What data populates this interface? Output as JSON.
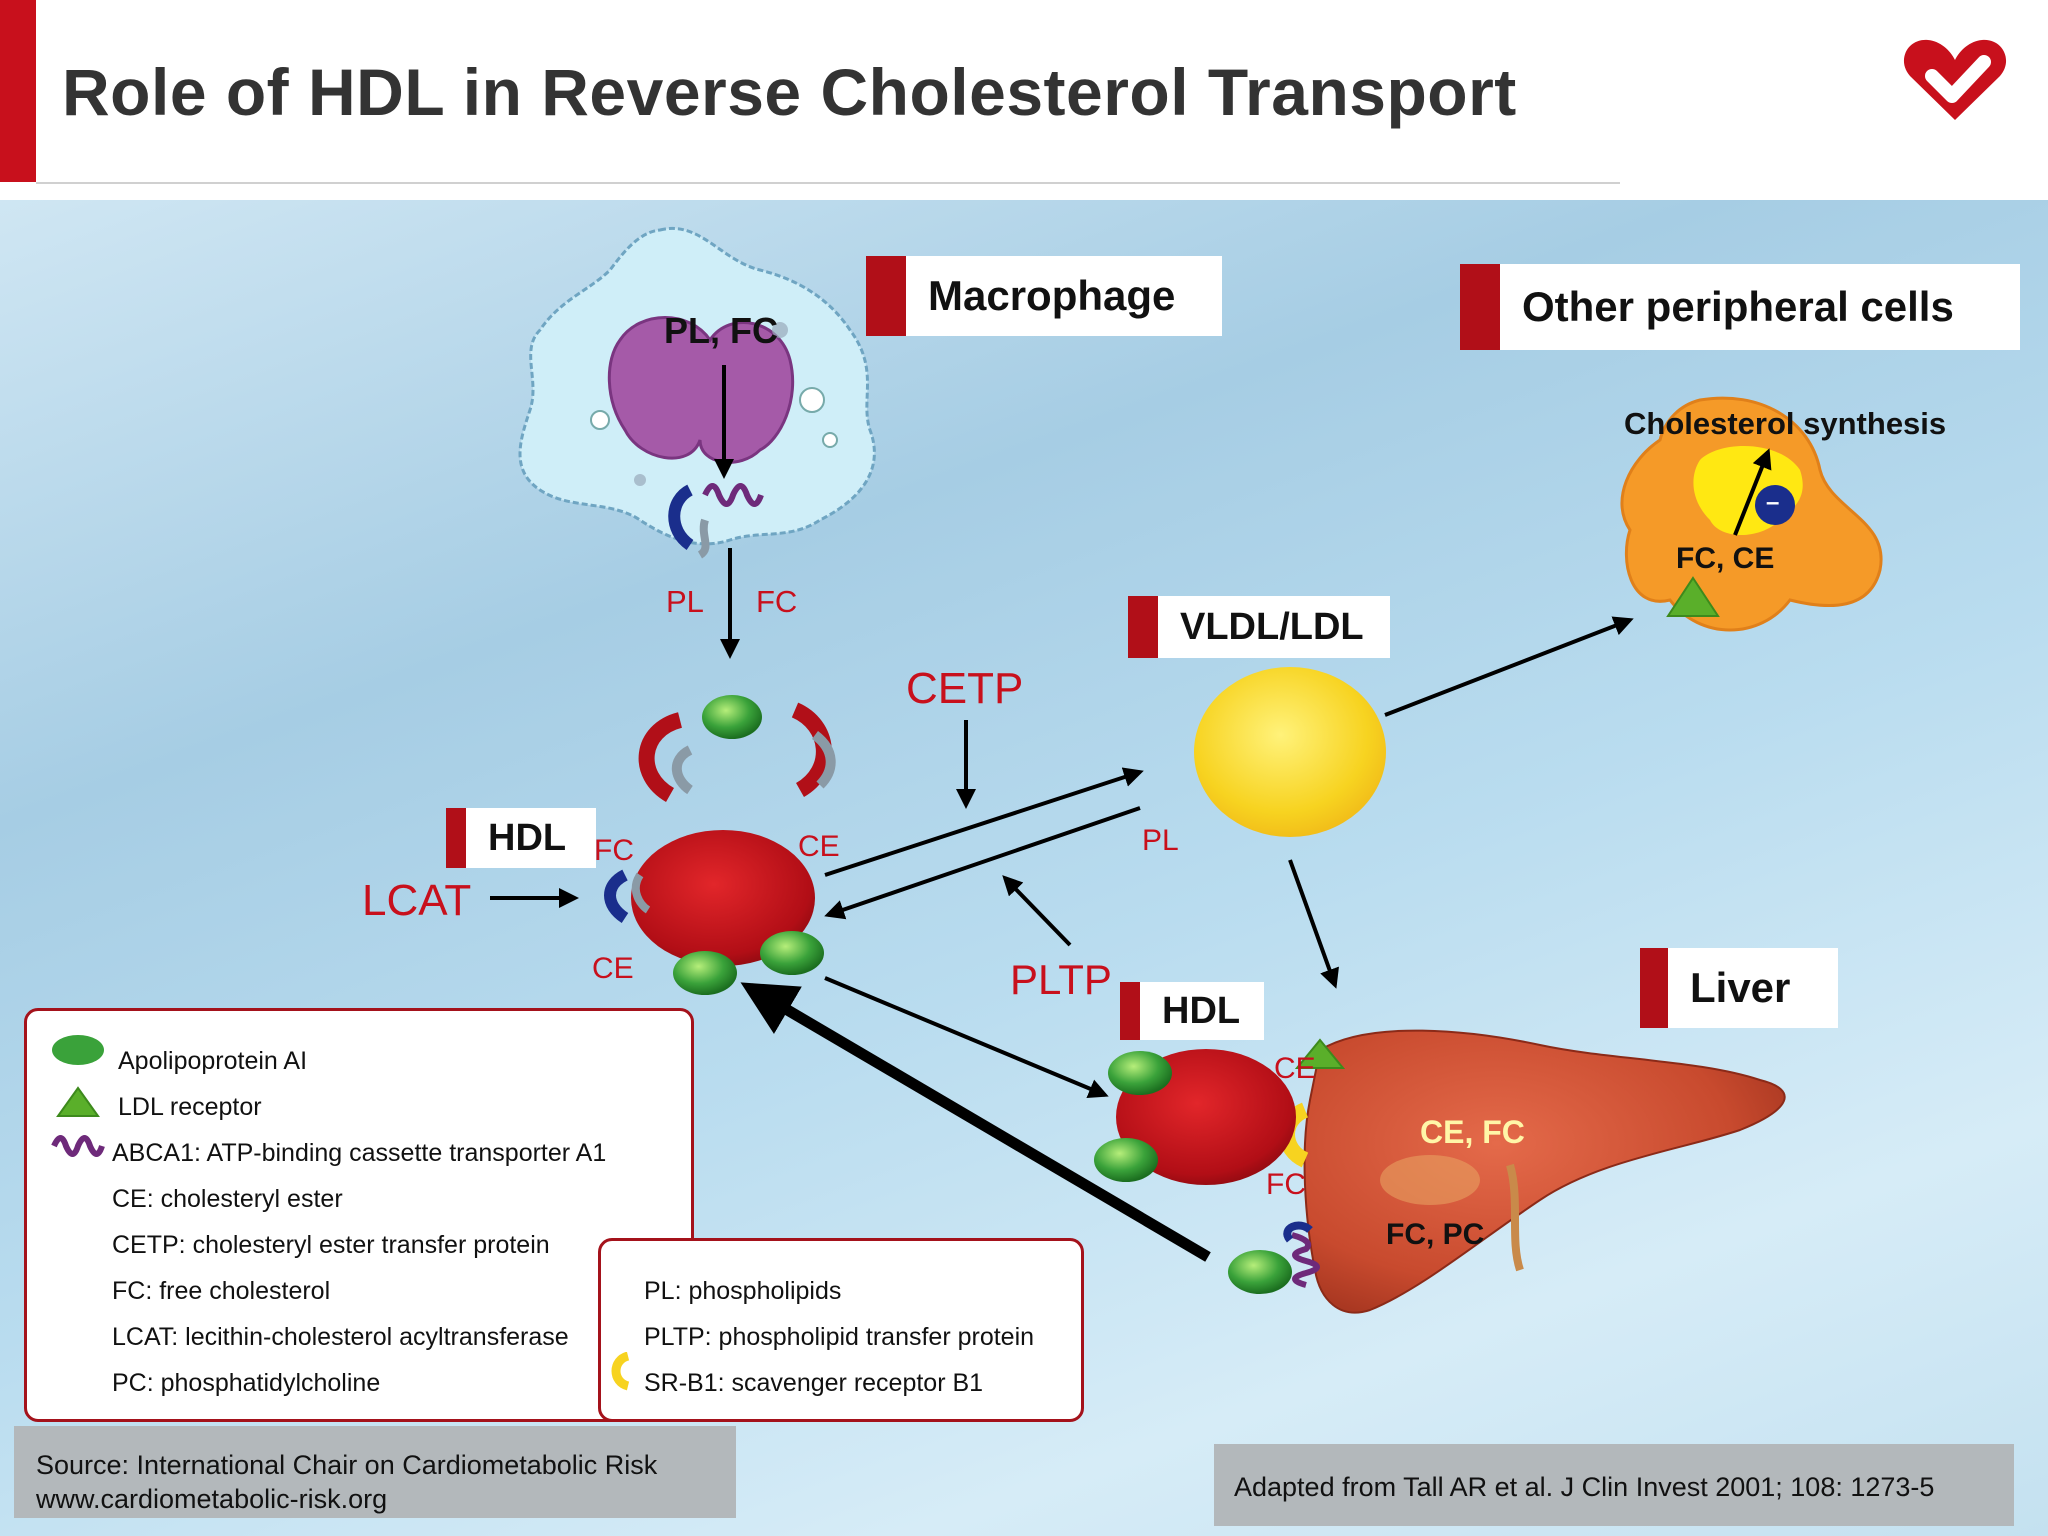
{
  "title": "Role of HDL in Reverse Cholesterol Transport",
  "labels": {
    "macrophage": "Macrophage",
    "peripheral": "Other peripheral cells",
    "vldl": "VLDL/LDL",
    "hdl_main": "HDL",
    "hdl_liver": "HDL",
    "liver": "Liver"
  },
  "diagram_text": {
    "pl_fc_top": "PL, FC",
    "pl": "PL",
    "fc": "FC",
    "cetp": "CETP",
    "lcat": "LCAT",
    "fc_hdl": "FC",
    "ce_hdl_right": "CE",
    "ce_hdl_bottom": "CE",
    "pl_vldl": "PL",
    "pltp": "PLTP",
    "ce_liver": "CE",
    "fc_liver": "FC",
    "ce_fc_liver": "CE, FC",
    "fc_pc_liver": "FC, PC",
    "chol_synth": "Cholesterol synthesis",
    "fc_ce_cell": "FC, CE",
    "minus": "–"
  },
  "legend_left": [
    {
      "icon": "apolipoprotein-icon",
      "text": "Apolipoprotein AI"
    },
    {
      "icon": "ldl-receptor-icon",
      "text": "LDL receptor"
    },
    {
      "icon": "abca1-icon",
      "text": "ABCA1: ATP-binding cassette transporter A1"
    },
    {
      "icon": "",
      "text": "CE: cholesteryl ester"
    },
    {
      "icon": "",
      "text": "CETP: cholesteryl ester transfer protein"
    },
    {
      "icon": "",
      "text": "FC: free cholesterol"
    },
    {
      "icon": "",
      "text": "LCAT: lecithin-cholesterol acyltransferase"
    },
    {
      "icon": "",
      "text": "PC: phosphatidylcholine"
    }
  ],
  "legend_right": [
    {
      "icon": "",
      "text": "PL: phospholipids"
    },
    {
      "icon": "",
      "text": "PLTP: phospholipid transfer protein"
    },
    {
      "icon": "sr-b1-icon",
      "text": "SR-B1: scavenger receptor B1"
    }
  ],
  "source": {
    "line1": "Source: International Chair on Cardiometabolic Risk",
    "line2": "www.cardiometabolic-risk.org"
  },
  "citation": "Adapted from Tall AR et al. J Clin Invest 2001; 108: 1273-5",
  "colors": {
    "brand_red": "#c8101c",
    "hdl_red": "#c4141c",
    "apo_green": "#3aa23a",
    "vldl_yellow": "#f7d320"
  }
}
